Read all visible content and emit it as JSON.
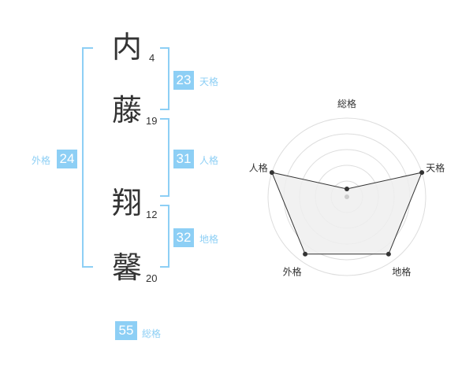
{
  "name": {
    "chars": [
      {
        "char": "内",
        "strokes": "4"
      },
      {
        "char": "藤",
        "strokes": "19"
      },
      {
        "char": "翔",
        "strokes": "12"
      },
      {
        "char": "馨",
        "strokes": "20"
      }
    ]
  },
  "kaku": {
    "tenkaku": {
      "value": "23",
      "label": "天格"
    },
    "jinkaku": {
      "value": "31",
      "label": "人格"
    },
    "chikaku": {
      "value": "32",
      "label": "地格"
    },
    "gaikaku": {
      "value": "24",
      "label": "外格"
    },
    "soukaku": {
      "value": "55",
      "label": "総格"
    }
  },
  "colors": {
    "accent": "#8dcff5",
    "text": "#333333",
    "radar_fill": "#eeeeee",
    "radar_line": "#333333",
    "grid": "#dddddd"
  },
  "chart_data": {
    "type": "radar",
    "axes": [
      "総格",
      "天格",
      "地格",
      "外格",
      "人格"
    ],
    "values": [
      0.1,
      1.0,
      0.9,
      0.9,
      1.0
    ],
    "range": [
      0,
      1
    ],
    "rings": 5
  }
}
